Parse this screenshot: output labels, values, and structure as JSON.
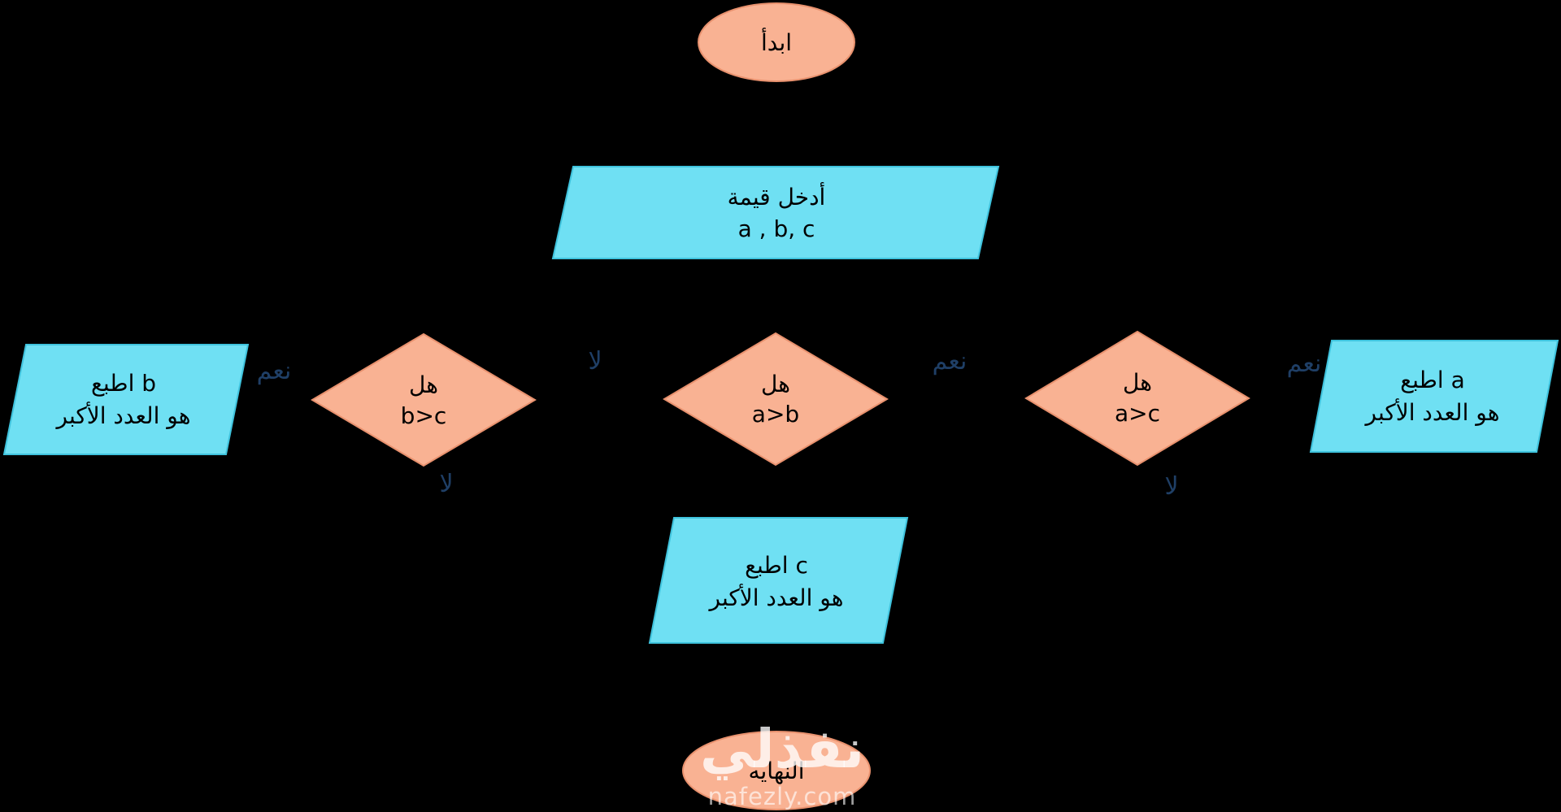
{
  "colors": {
    "terminal_fill": "#f9b293",
    "terminal_stroke": "#e8916e",
    "io_fill": "#6fe0f3",
    "io_stroke": "#3fc3dd",
    "decision_fill": "#f9b293",
    "decision_stroke": "#e8916e",
    "branch_label": "#1f3f66",
    "background": "#000000"
  },
  "start": {
    "label": "ابدأ"
  },
  "input": {
    "line1": "أدخل قيمة",
    "line2": "a , b, c"
  },
  "decisions": {
    "a_gt_b": {
      "line1": "هل",
      "line2": "a>b"
    },
    "a_gt_c": {
      "line1": "هل",
      "line2": "a>c"
    },
    "b_gt_c": {
      "line1": "هل",
      "line2": "b>c"
    }
  },
  "outputs": {
    "a": {
      "line1": "اطبع a",
      "line2": "هو العدد الأكبر"
    },
    "b": {
      "line1": "اطبع b",
      "line2": "هو العدد الأكبر"
    },
    "c": {
      "line1": "اطبع c",
      "line2": "هو العدد الأكبر"
    }
  },
  "branch_labels": {
    "yes_a_gt_b": "نعم",
    "no_a_gt_b": "لا",
    "yes_a_gt_c": "نعم",
    "no_a_gt_c": "لا",
    "yes_b_gt_c": "نعم",
    "no_b_gt_c": "لا"
  },
  "end": {
    "label": "النهايه"
  },
  "watermark": {
    "arabic": "نفذلي",
    "latin": "nafezly.com"
  }
}
